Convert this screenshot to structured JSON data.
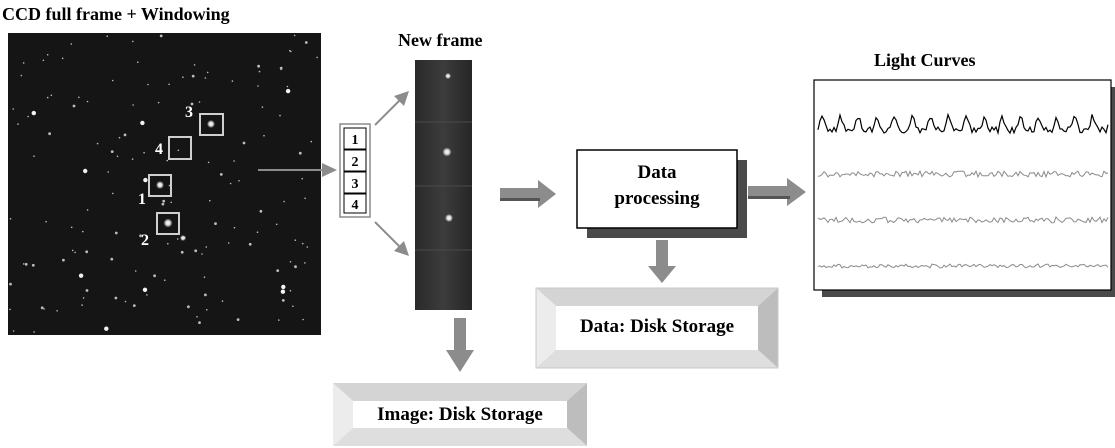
{
  "titles": {
    "ccd": "CCD full frame + Windowing",
    "new_frame": "New frame",
    "light_curves": "Light Curves"
  },
  "windows": [
    {
      "label": "1"
    },
    {
      "label": "2"
    },
    {
      "label": "3"
    },
    {
      "label": "4"
    }
  ],
  "strip_labels": [
    "1",
    "2",
    "3",
    "4"
  ],
  "processing": {
    "line1": "Data",
    "line2": "processing"
  },
  "storage": {
    "data": "Data: Disk Storage",
    "image": "Image: Disk Storage"
  },
  "colors": {
    "arrow": "#8c8c8c",
    "shadow": "#4a4a4a",
    "sky": "#151515",
    "curve_primary": "#000000",
    "curve_secondary": "#8a8a8a"
  }
}
